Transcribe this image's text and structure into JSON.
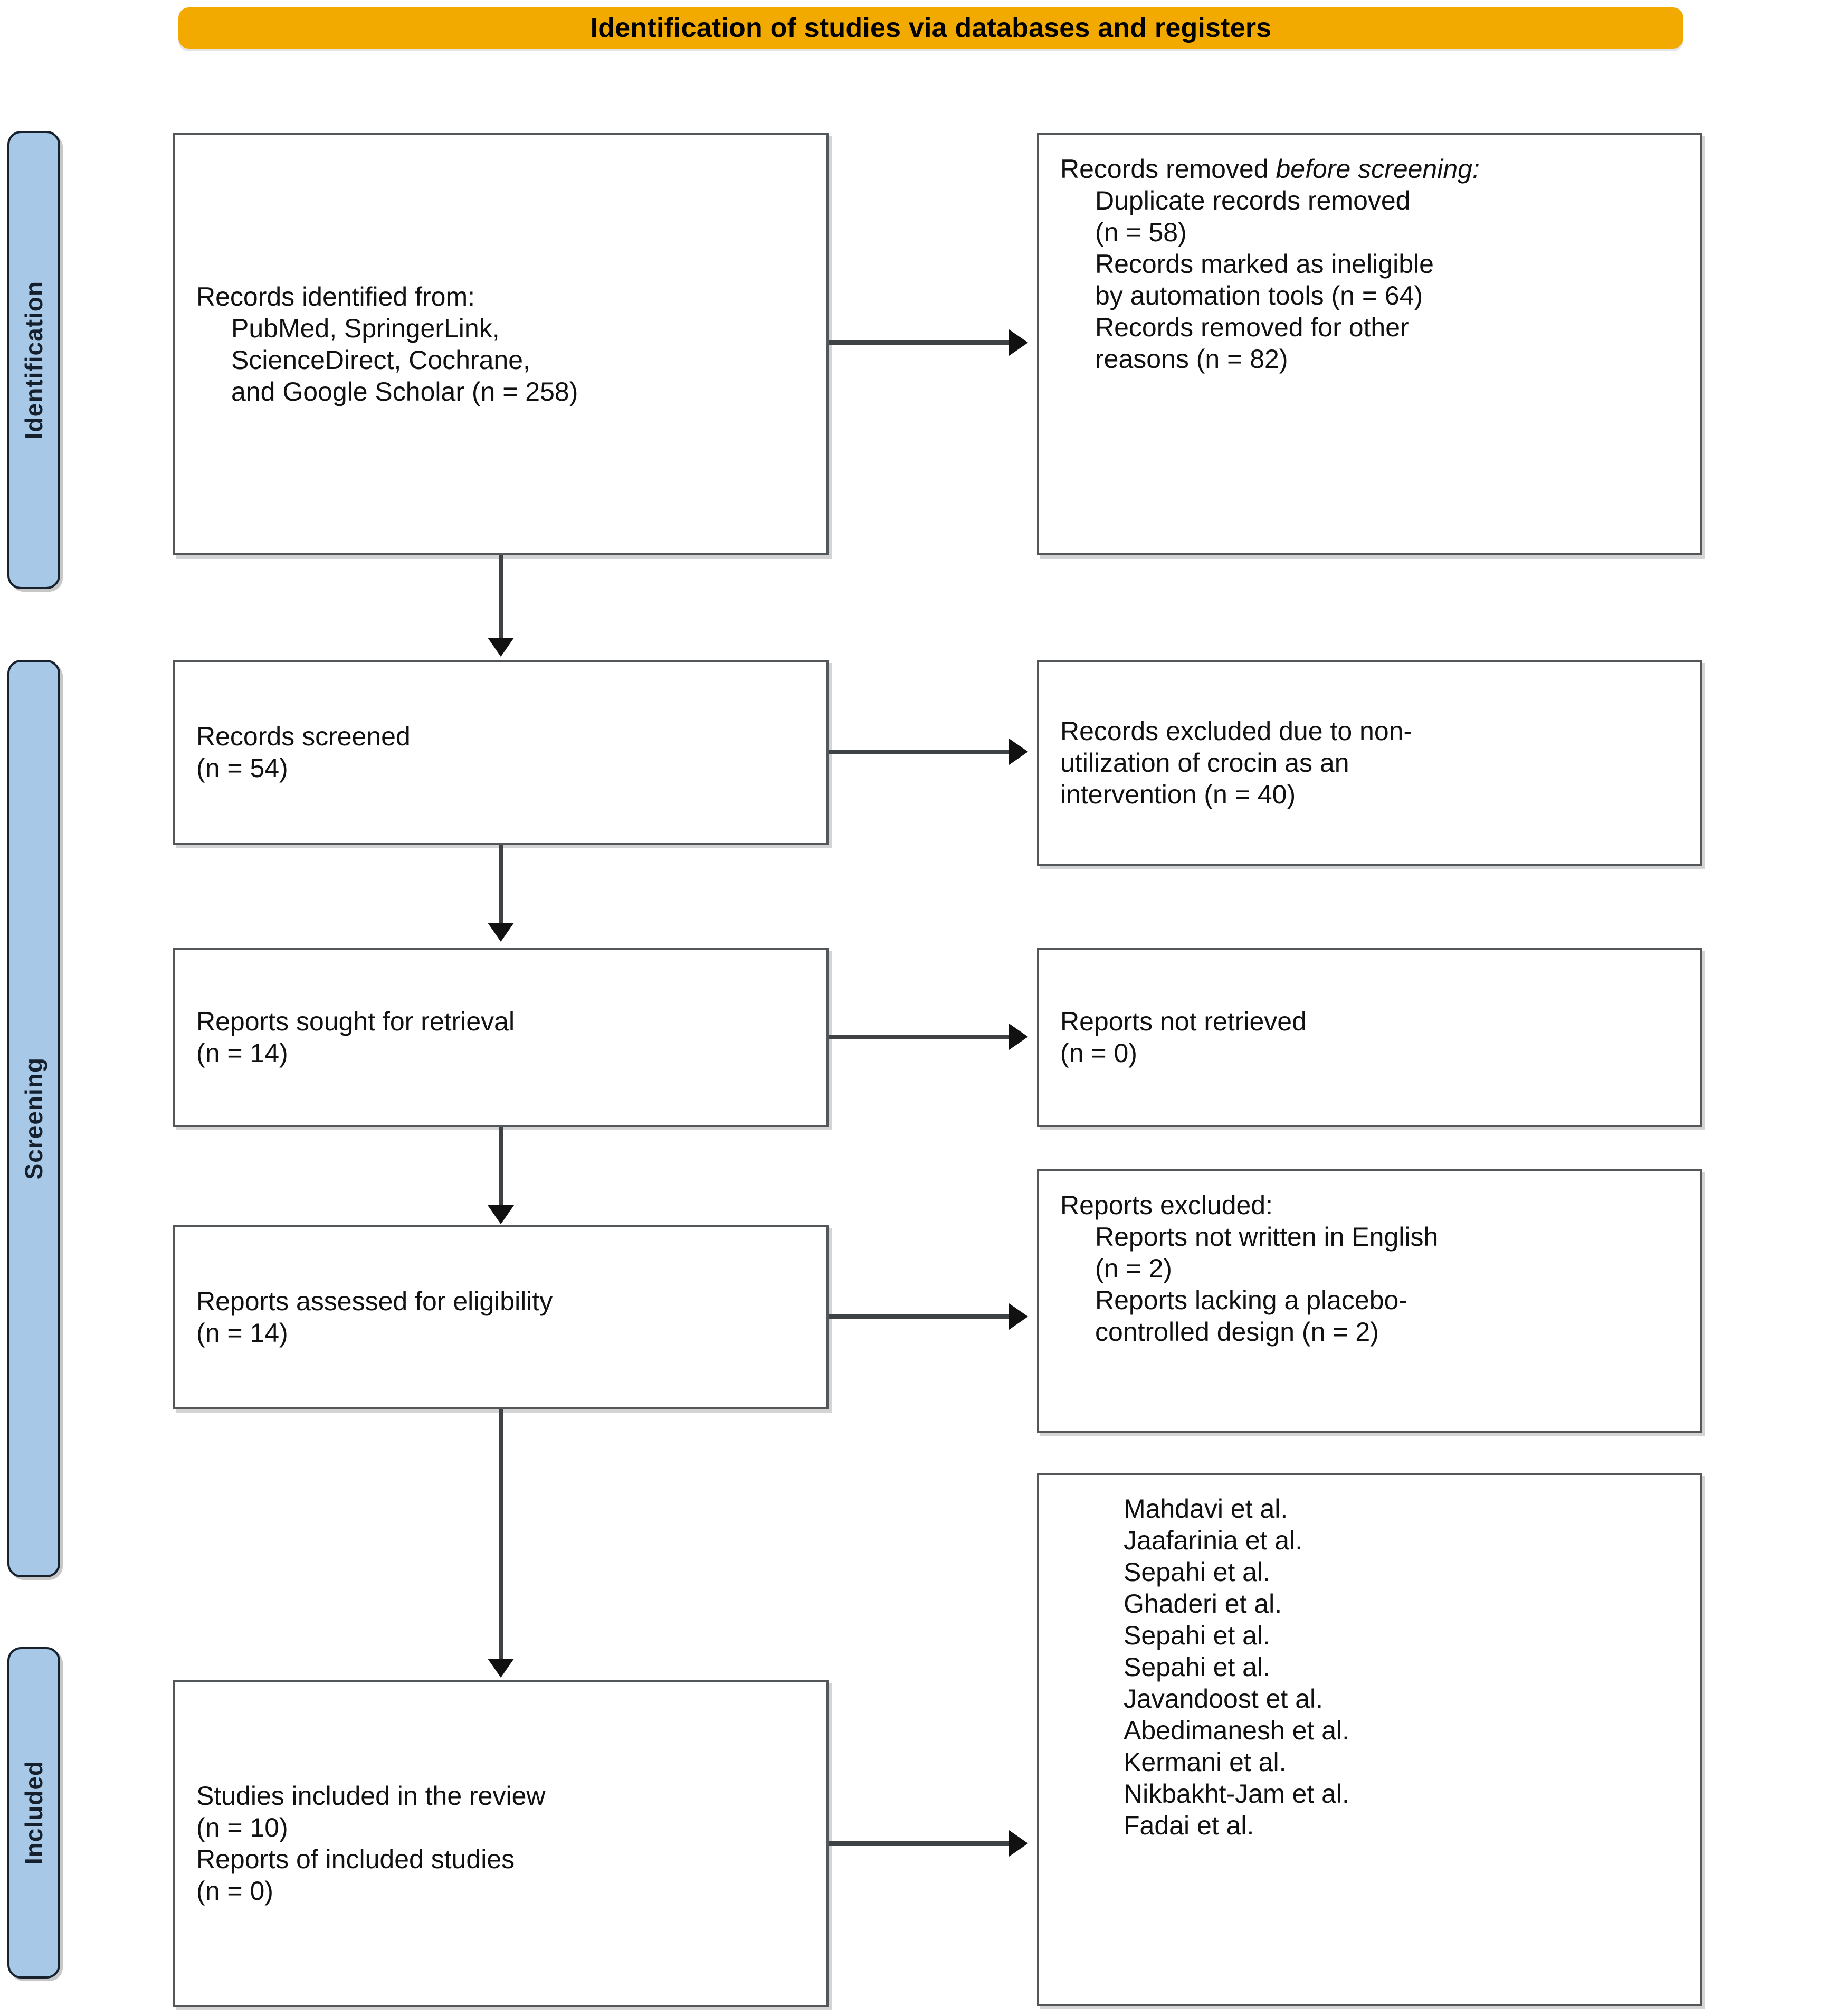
{
  "banner": {
    "title": "Identification of studies via databases and registers"
  },
  "stages": [
    {
      "id": "identification",
      "label": "Identification"
    },
    {
      "id": "screening",
      "label": "Screening"
    },
    {
      "id": "included",
      "label": "Included"
    }
  ],
  "boxes": {
    "identified": {
      "lines": [
        "Records identified from:",
        "PubMed, SpringerLink,",
        "ScienceDirect, Cochrane,",
        "and Google Scholar (n = 258)"
      ]
    },
    "removed": {
      "heading_plain": "Records removed ",
      "heading_italic": "before screening:",
      "lines": [
        "Duplicate records removed",
        "(n = 58)",
        "Records marked as ineligible",
        "by automation tools (n = 64)",
        "Records removed for other",
        "reasons (n = 82)"
      ]
    },
    "screened": {
      "lines": [
        "Records screened",
        "(n = 54)"
      ]
    },
    "excluded": {
      "lines": [
        "Records excluded due to non-",
        "utilization of crocin as an",
        "intervention (n = 40)"
      ]
    },
    "sought": {
      "lines": [
        "Reports sought for retrieval",
        "(n = 14)"
      ]
    },
    "not_retrieved": {
      "lines": [
        "Reports not retrieved",
        "(n = 0)"
      ]
    },
    "assessed": {
      "lines": [
        "Reports assessed for eligibility",
        "(n = 14)"
      ]
    },
    "reports_excluded": {
      "heading": "Reports excluded:",
      "lines": [
        "Reports not written in English",
        "(n = 2)",
        "Reports lacking a placebo-",
        "controlled design (n = 2)"
      ]
    },
    "included": {
      "lines": [
        "Studies included in the review",
        "(n = 10)",
        "Reports of included studies",
        "(n = 0)"
      ]
    },
    "study_list": {
      "studies": [
        "Mahdavi et al.",
        "Jaafarinia et al.",
        "Sepahi et al.",
        "Ghaderi et al.",
        "Sepahi et al.",
        "Sepahi et al.",
        "Javandoost et al.",
        "Abedimanesh et al.",
        "Kermani et al.",
        "Nikbakht-Jam et al.",
        "Fadai et al."
      ]
    }
  },
  "counts": {
    "records_identified": 258,
    "duplicates_removed": 58,
    "ineligible_automation": 64,
    "removed_other": 82,
    "records_screened": 54,
    "records_excluded": 40,
    "reports_sought": 14,
    "reports_not_retrieved": 0,
    "reports_assessed": 14,
    "excluded_not_english": 2,
    "excluded_no_placebo": 2,
    "studies_included": 10,
    "reports_of_included": 0
  },
  "colors": {
    "banner": "#F2A900",
    "stage_sidebar": "#A8C8E8",
    "box_border": "#54575A",
    "connector": "#3F4244",
    "text": "#111111"
  }
}
